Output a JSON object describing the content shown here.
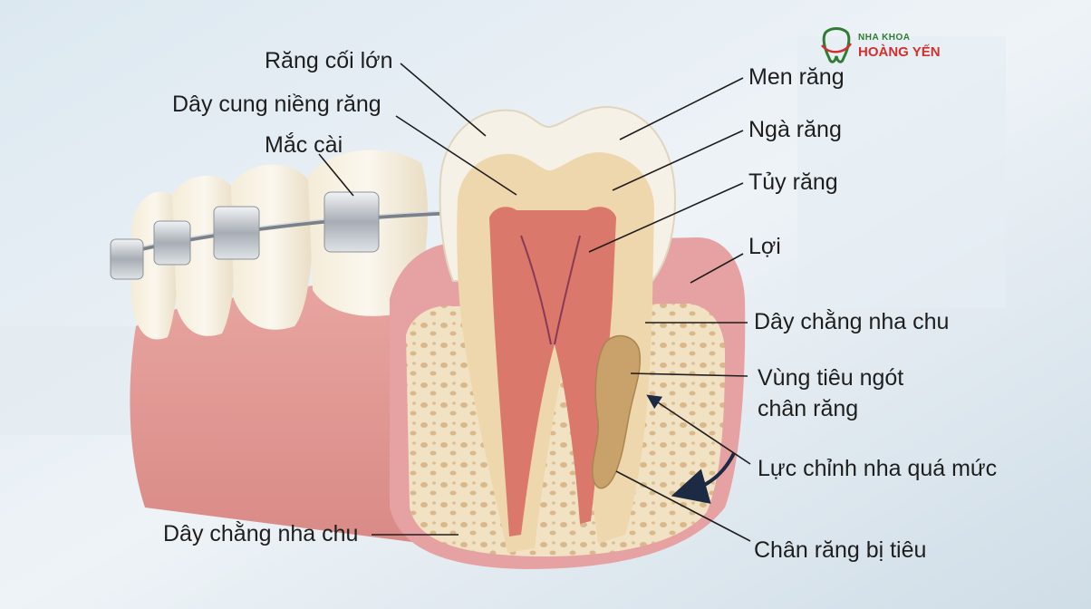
{
  "logo": {
    "line1": "NHA KHOA",
    "line2": "HOÀNG YẾN"
  },
  "labels": {
    "rang_coi_lon": "Răng cối lớn",
    "day_cung": "Dây cung niềng răng",
    "mac_cai": "Mắc cài",
    "men_rang": "Men răng",
    "nga_rang": "Ngà răng",
    "tuy_rang": "Tủy răng",
    "loi": "Lợi",
    "day_chang_right": "Dây chằng nha chu",
    "vung_tieu_1": "Vùng tiêu ngót",
    "vung_tieu_2": "chân răng",
    "luc_chinh": "Lực chỉnh nha quá mức",
    "day_chang_left": "Dây chằng nha chu",
    "chan_rang_tieu": "Chân răng bị tiêu"
  },
  "colors": {
    "enamel": "#f6f1e6",
    "dentin": "#efd7ad",
    "pulp": "#d9786b",
    "gum": "#e7a0a0",
    "bone": "#f2e2c4",
    "resorption": "#c9a26b",
    "force_arrow": "#1c2a44",
    "logo_green": "#2e7d32",
    "logo_red": "#d32f2f"
  }
}
